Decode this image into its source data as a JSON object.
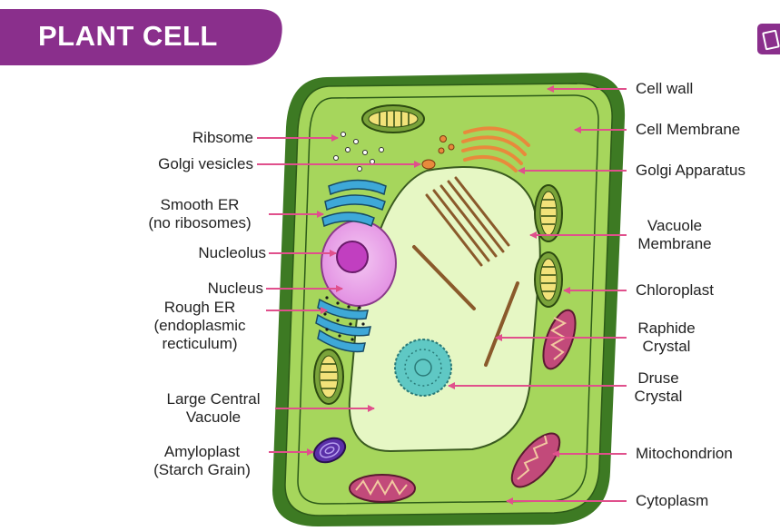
{
  "header": {
    "title": "PLANT CELL",
    "banner_color": "#8a2f8c",
    "logo_icon": "brand-logo-icon"
  },
  "colors": {
    "cell_wall": "#3d7a23",
    "cytoplasm": "#a6d65c",
    "vacuole": "#e6f7c4",
    "nucleus": "#e7a6e8",
    "nucleolus": "#c13fc0",
    "golgi": "#e88a3c",
    "smooth_er": "#3ea8d8",
    "chloroplast": "#7aa33a",
    "mitochondrion": "#c24a7a",
    "druse": "#5fc8c4",
    "raphide": "#8a5a2b",
    "amyloplast": "#5a2fa8",
    "arrow": "#e0508c"
  },
  "labels_left": [
    {
      "key": "ribosome",
      "text": "Ribsome"
    },
    {
      "key": "golgi_vesicles",
      "text": "Golgi vesicles"
    },
    {
      "key": "smooth_er",
      "line1": "Smooth ER",
      "line2": "(no ribosomes)"
    },
    {
      "key": "nucleolus",
      "text": "Nucleolus"
    },
    {
      "key": "nucleus",
      "text": "Nucleus"
    },
    {
      "key": "rough_er",
      "line1": "Rough ER",
      "line2": "(endoplasmic",
      "line3": "recticulum)"
    },
    {
      "key": "large_central_vacuole",
      "line1": "Large Central",
      "line2": "Vacuole"
    },
    {
      "key": "amyloplast",
      "line1": "Amyloplast",
      "line2": "(Starch Grain)"
    }
  ],
  "labels_right": [
    {
      "key": "cell_wall",
      "text": "Cell wall"
    },
    {
      "key": "cell_membrane",
      "text": "Cell Membrane"
    },
    {
      "key": "golgi_apparatus",
      "text": "Golgi Apparatus"
    },
    {
      "key": "vacuole_membrane",
      "line1": "Vacuole",
      "line2": "Membrane"
    },
    {
      "key": "chloroplast",
      "text": "Chloroplast"
    },
    {
      "key": "raphide_crystal",
      "line1": "Raphide",
      "line2": "Crystal"
    },
    {
      "key": "druse_crystal",
      "line1": "Druse",
      "line2": "Crystal"
    },
    {
      "key": "mitochondrion",
      "text": "Mitochondrion"
    },
    {
      "key": "cytoplasm",
      "text": "Cytoplasm"
    }
  ]
}
